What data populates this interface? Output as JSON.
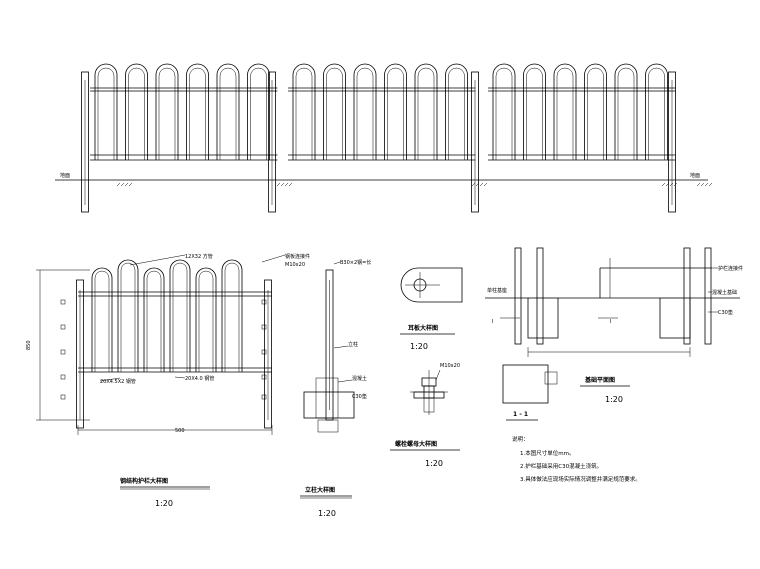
{
  "labels": {
    "ground_left": "地面",
    "ground_right": "地面",
    "rail_tube": "12X32 方管",
    "plate_top": "钢板连接件",
    "plate_top2": "M10x20",
    "detail_steel": "B30×2钢=长",
    "rail_size_1": "20X4.5X2 钢管",
    "rail_size_2": "20X4.0 钢管",
    "post_label": "立柱",
    "concrete_label": "混凝土",
    "c30_post": "C30垫",
    "dim_height": "850",
    "dim_width": "500",
    "wall_label": "护栏连接件",
    "wall_label2": "混凝土基础",
    "c30_right": "C30垫",
    "left_top_label": "单柱基座",
    "bolt_label": "M10x20",
    "section_small": "1-1",
    "section_mark_left": "I",
    "section_mark_right": "I"
  },
  "titles": {
    "fence_detail": "钢结构护栏大样图",
    "post_detail": "立柱大样图",
    "ear_plate_detail": "耳板大样图",
    "bolt_detail": "螺栓螺母大样图",
    "foundation_plan": "基础平面图",
    "section_1_1": "1 - 1"
  },
  "scales": {
    "fence_detail": "1:20",
    "post_detail": "1:20",
    "ear_plate_detail": "1:20",
    "bolt_detail": "1:20",
    "foundation_plan": "1:20"
  },
  "notes": {
    "heading": "说明：",
    "items": [
      "1.本图尺寸单位mm。",
      "2.护栏基础采用C30混凝土浇筑。",
      "3.具体做法应现场实际情况调整并满足规范要求。"
    ]
  }
}
